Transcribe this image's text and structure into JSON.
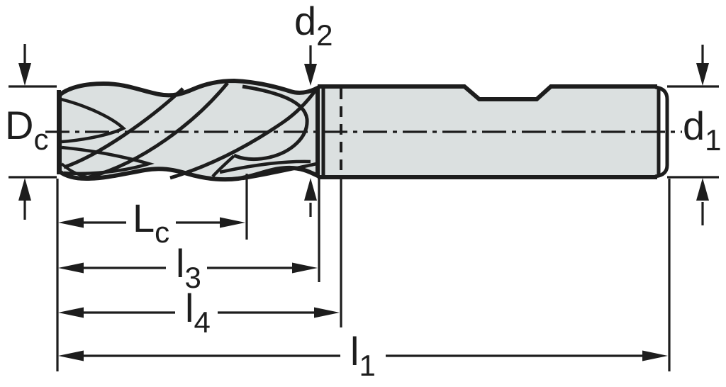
{
  "page": {
    "background": "#ffffff"
  },
  "drawing": {
    "kind": "end-mill dimension diagram",
    "ink": "#1d1d1d",
    "tool_fill": "#dbe0e0",
    "labels": {
      "Dc": {
        "base": "D",
        "sub": "c"
      },
      "d2": {
        "base": "d",
        "sub": "2"
      },
      "d1": {
        "base": "d",
        "sub": "1"
      },
      "Lc": {
        "base": "L",
        "sub": "c"
      },
      "l3": {
        "base": "l",
        "sub": "3"
      },
      "l4": {
        "base": "l",
        "sub": "4"
      },
      "l1": {
        "base": "l",
        "sub": "1"
      }
    }
  }
}
